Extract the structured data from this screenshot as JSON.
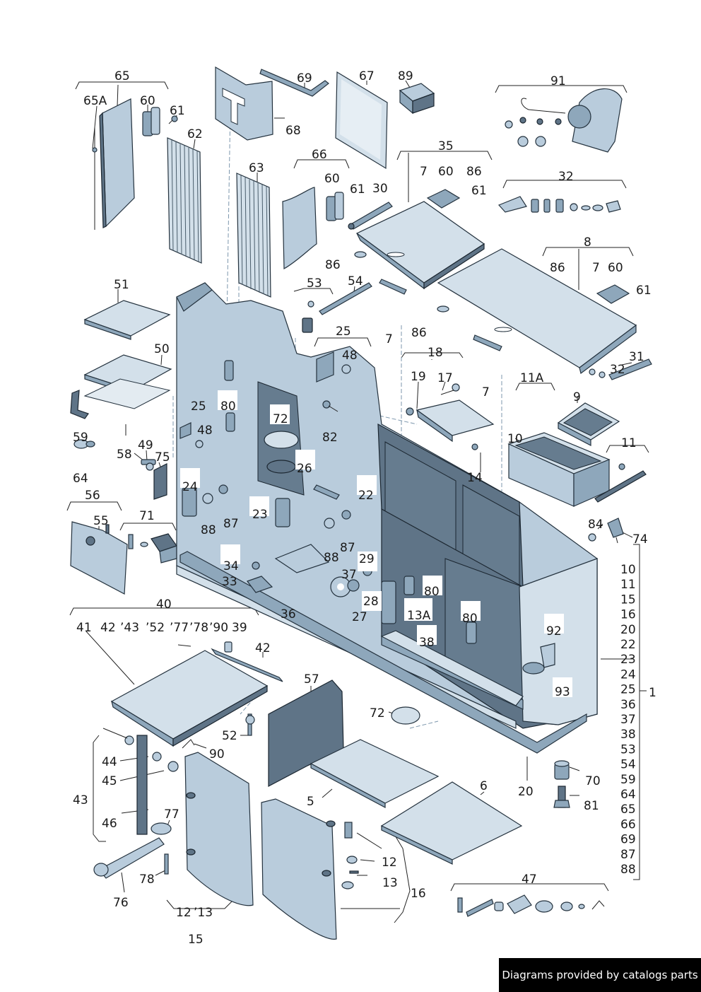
{
  "credit": "Diagrams provided by catalogs parts",
  "callouts": {
    "c65": "65",
    "c65A": "65A",
    "c60a": "60",
    "c61a": "61",
    "c62": "62",
    "c63": "63",
    "c68": "68",
    "c69": "69",
    "c67": "67",
    "c89": "89",
    "c91": "91",
    "c66": "66",
    "c60b": "60",
    "c61b": "61",
    "c30": "30",
    "c35": "35",
    "c7a": "7",
    "c60c": "60",
    "c86a": "86",
    "c61c": "61",
    "c32a": "32",
    "c86b": "86",
    "c8": "8",
    "c86c": "86",
    "c7b": "7",
    "c60d": "60",
    "c61d": "61",
    "c51": "51",
    "c53": "53",
    "c54": "54",
    "c86d": "86",
    "c7c": "7",
    "c25a": "25",
    "c48a": "48",
    "c50": "50",
    "c18": "18",
    "c31": "31",
    "c32b": "32",
    "c19": "19",
    "c17": "17",
    "c7d": "7",
    "c11A": "11A",
    "c9": "9",
    "c80a": "80",
    "c25b": "25",
    "c72a": "72",
    "c82": "82",
    "c48b": "48",
    "c59": "59",
    "c58": "58",
    "c49": "49",
    "c75": "75",
    "c76a": "26",
    "c10": "10",
    "c11": "11",
    "c14": "14",
    "c64": "64",
    "c24": "24",
    "c22": "22",
    "c56": "56",
    "c88a": "88",
    "c87a": "87",
    "c23": "23",
    "c55": "55",
    "c71": "71",
    "c84": "84",
    "c74": "74",
    "c87b": "87",
    "c88b": "88",
    "c29": "29",
    "c34": "34",
    "c37": "37",
    "c33": "33",
    "c80b": "80",
    "c28": "28",
    "c36": "36",
    "c27": "27",
    "c13A": "13A",
    "c80c": "80",
    "c38": "38",
    "c40": "40",
    "c92": "92",
    "c93": "93",
    "hdr41": "41",
    "hdr42": "42",
    "hdr43": "’43",
    "hdr52": "’52",
    "hdr77": "’77",
    "hdr78": "’78",
    "hdr90": "’90",
    "hdr39": "39",
    "c42b": "42",
    "c57": "57",
    "c72b": "72",
    "c52": "52",
    "c90": "90",
    "c44": "44",
    "c45": "45",
    "c43": "43",
    "c46": "46",
    "c77": "77",
    "c78": "78",
    "c76": "76",
    "c5": "5",
    "c6": "6",
    "c20": "20",
    "c70": "70",
    "c81": "81",
    "c12a": "12",
    "c13a": "13",
    "c16": "16",
    "c12b": "12",
    "c13b": "’13",
    "c15": "15",
    "c47": "47",
    "c1": "1"
  },
  "right_column": [
    "10",
    "11",
    "15",
    "16",
    "20",
    "22",
    "23",
    "24",
    "25",
    "36",
    "37",
    "38",
    "53",
    "54",
    "59",
    "64",
    "65",
    "66",
    "69",
    "87",
    "88"
  ],
  "colors": {
    "part_fill": "#b9ccdc",
    "part_shadow": "#5f7487",
    "line": "#222222"
  }
}
